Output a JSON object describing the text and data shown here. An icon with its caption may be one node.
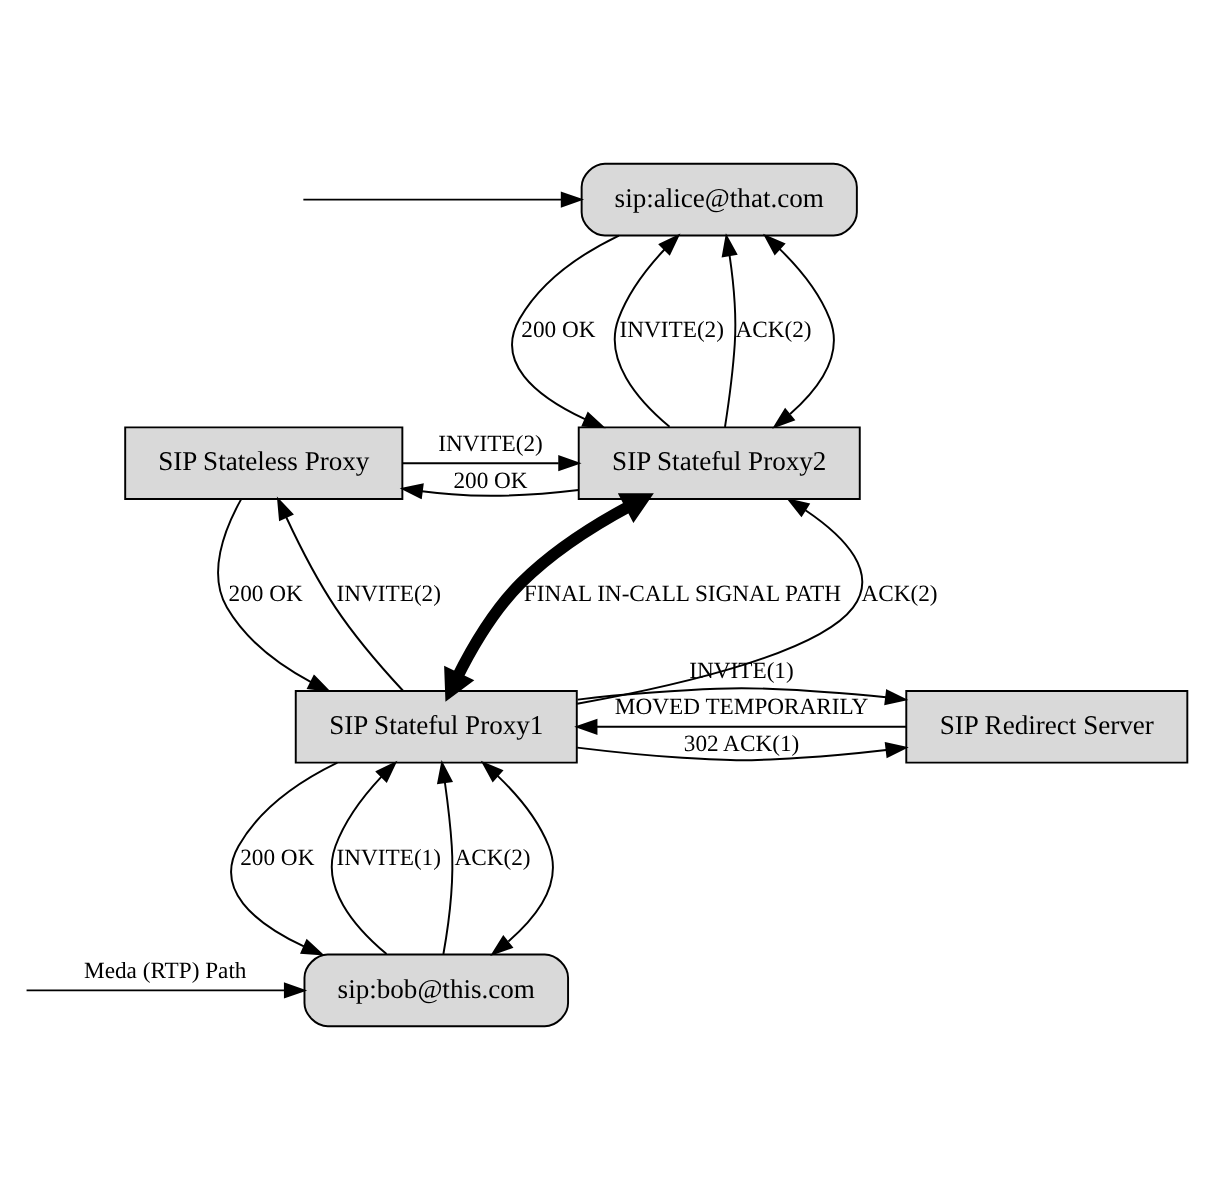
{
  "diagram": {
    "nodes": [
      {
        "text": [
          "sip:alice@that.com"
        ]
      },
      {
        "text": [
          "SIP Stateless Proxy"
        ]
      },
      {
        "text": [
          "SIP Stateful Proxy2"
        ]
      },
      {
        "text": [
          "SIP Stateful Proxy1"
        ]
      },
      {
        "text": [
          "SIP Redirect Server"
        ]
      },
      {
        "text": [
          "sip:bob@this.com"
        ]
      }
    ],
    "edges": [
      {
        "from": null,
        "to": 0,
        "arrow": "to"
      },
      {
        "from": 2,
        "to": 0,
        "arrow": "to",
        "label": "INVITE(2)"
      },
      {
        "from": 0,
        "to": 2,
        "arrow": "to",
        "label": "200 OK"
      },
      {
        "from": 2,
        "to": 0,
        "arrow": "to",
        "label": "ACK(2)"
      },
      {
        "from": 2,
        "to": 0,
        "arrow": "both"
      },
      {
        "from": 1,
        "to": 2,
        "arrow": "to",
        "label": "INVITE(2)"
      },
      {
        "from": 2,
        "to": 1,
        "arrow": "to",
        "label": "200 OK"
      },
      {
        "from": 3,
        "to": 1,
        "arrow": "to",
        "label": "INVITE(2)"
      },
      {
        "from": 1,
        "to": 3,
        "arrow": "to",
        "label": "200 OK"
      },
      {
        "from": 3,
        "to": 2,
        "arrow": "both",
        "label": "FINAL IN-CALL SIGNAL PATH",
        "style": "thick"
      },
      {
        "from": 3,
        "to": 2,
        "arrow": "to",
        "label": "ACK(2)"
      },
      {
        "from": 3,
        "to": 4,
        "arrow": "to",
        "label": "INVITE(1)"
      },
      {
        "from": 4,
        "to": 3,
        "arrow": "to",
        "label": "MOVED TEMPORARILY"
      },
      {
        "from": 3,
        "to": 4,
        "arrow": "to",
        "label": "302 ACK(1)"
      },
      {
        "from": 5,
        "to": 3,
        "arrow": "to",
        "label": "INVITE(1)"
      },
      {
        "from": 3,
        "to": 5,
        "arrow": "to",
        "label": "200 OK"
      },
      {
        "from": 5,
        "to": 3,
        "arrow": "to",
        "label": "ACK(2)"
      },
      {
        "from": 5,
        "to": 3,
        "arrow": "both"
      },
      {
        "from": null,
        "to": 5,
        "arrow": "to",
        "label": "Meda (RTP) Path"
      }
    ]
  }
}
